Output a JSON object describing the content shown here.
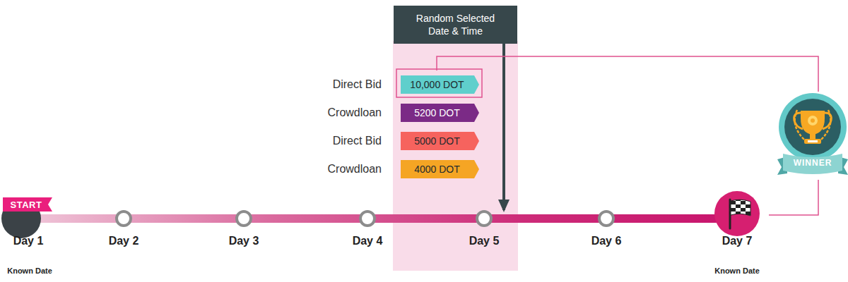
{
  "diagram": {
    "nodes": [
      {
        "text": [
          "Random Selected Date & Time"
        ]
      },
      {
        "text": [
          "Direct Bid",
          "10,000 DOT"
        ]
      },
      {
        "text": [
          "Crowdloan",
          "5200 DOT"
        ]
      },
      {
        "text": [
          "Direct Bid",
          "5000 DOT"
        ]
      },
      {
        "text": [
          "Crowdloan",
          "4000 DOT"
        ]
      },
      {
        "text": [
          "WINNER"
        ]
      },
      {
        "text": [
          "START",
          "Day 1",
          "Known Date"
        ]
      },
      {
        "text": [
          "Day 2"
        ]
      },
      {
        "text": [
          "Day 3"
        ]
      },
      {
        "text": [
          "Day 4"
        ]
      },
      {
        "text": [
          "Day 5"
        ]
      },
      {
        "text": [
          "Day 6"
        ]
      },
      {
        "text": [
          "Day 7",
          "Known Date"
        ]
      }
    ],
    "edges": [
      {
        "from": 0,
        "to": 10,
        "arrow": "to"
      },
      {
        "from": 1,
        "to": 5,
        "arrow": "none"
      },
      {
        "from": 5,
        "to": 12,
        "arrow": "none"
      }
    ]
  }
}
